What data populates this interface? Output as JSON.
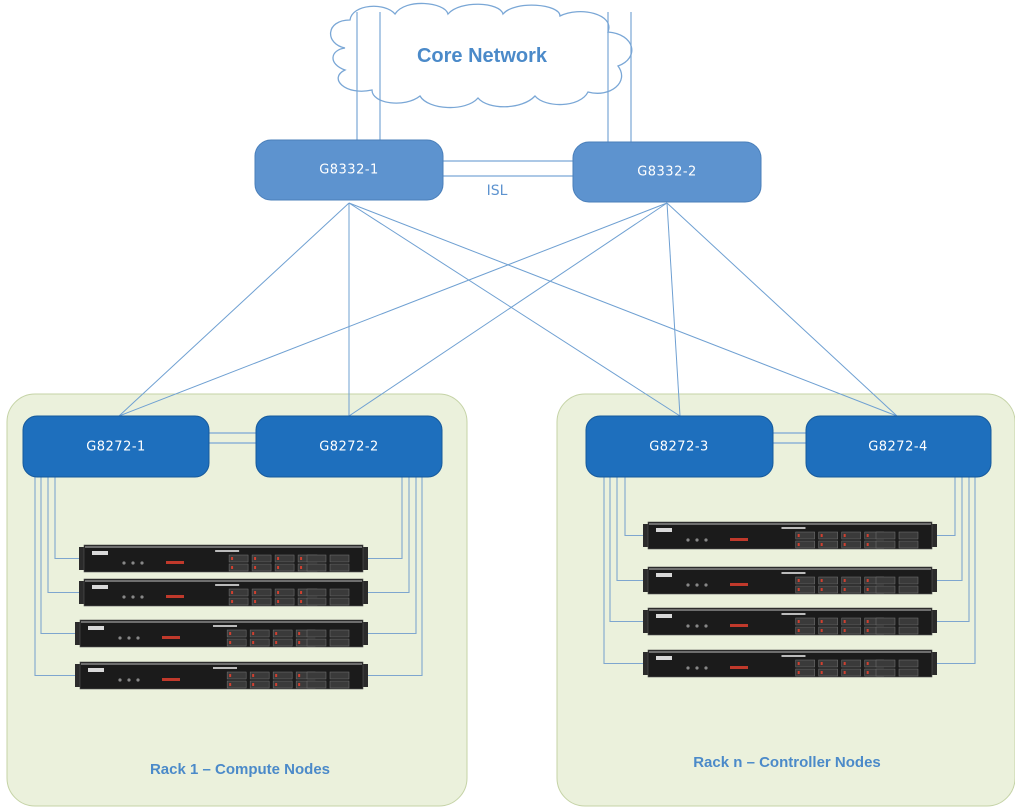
{
  "core_network": {
    "label": "Core Network"
  },
  "isl_label": "ISL",
  "core_switches": [
    {
      "id": "g8332-1",
      "label": "G8332-1"
    },
    {
      "id": "g8332-2",
      "label": "G8332-2"
    }
  ],
  "racks": [
    {
      "id": "rack-1",
      "label": "Rack 1 – Compute Nodes",
      "switches": [
        {
          "label": "G8272-1"
        },
        {
          "label": "G8272-2"
        }
      ],
      "server_count": 4
    },
    {
      "id": "rack-n",
      "label": "Rack n  – Controller Nodes",
      "switches": [
        {
          "label": "G8272-3"
        },
        {
          "label": "G8272-4"
        }
      ],
      "server_count": 4
    }
  ],
  "colors": {
    "core_switch": "#5d93cf",
    "rack_switch": "#1e6fbd",
    "rack_background": "#ebf1dc",
    "link": "#6fa0d2"
  }
}
